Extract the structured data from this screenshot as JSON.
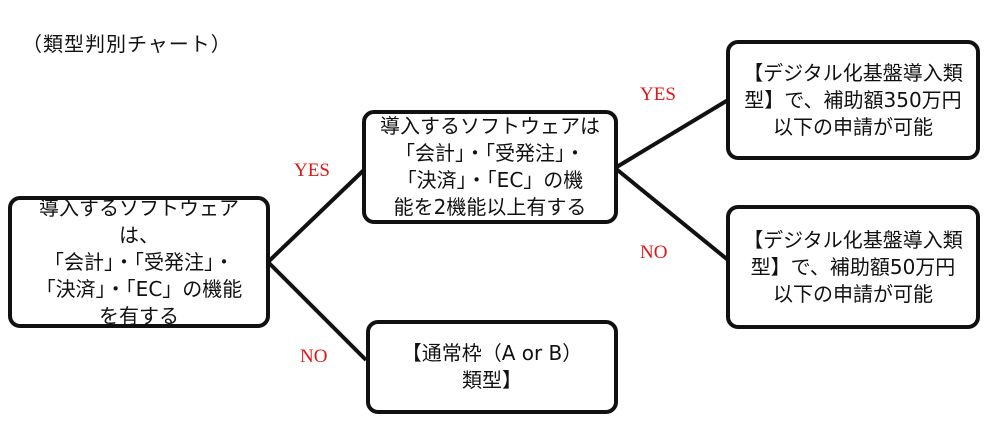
{
  "title": "（類型判別チャート）",
  "nodes": {
    "q1": [
      "導入するソフトウェアは、",
      "「会計」・「受発注」・",
      "「決済」・「EC」の機能",
      "を有する"
    ],
    "q2": [
      "導入するソフトウェアは",
      "「会計」・「受発注」・",
      "「決済」・「EC」の機",
      "能を2機能以上有する"
    ],
    "normal": [
      "【通常枠（A or B）",
      "類型】"
    ],
    "digital350": [
      "【デジタル化基盤導入類",
      "型】で、補助額350万円",
      "以下の申請が可能"
    ],
    "digital50": [
      "【デジタル化基盤導入類",
      "型】で、補助額50万円",
      "以下の申請が可能"
    ]
  },
  "edges": {
    "q1_yes": "YES",
    "q1_no": "NO",
    "q2_yes": "YES",
    "q2_no": "NO"
  },
  "colors": {
    "border": "#111111",
    "label": "#e01616"
  }
}
